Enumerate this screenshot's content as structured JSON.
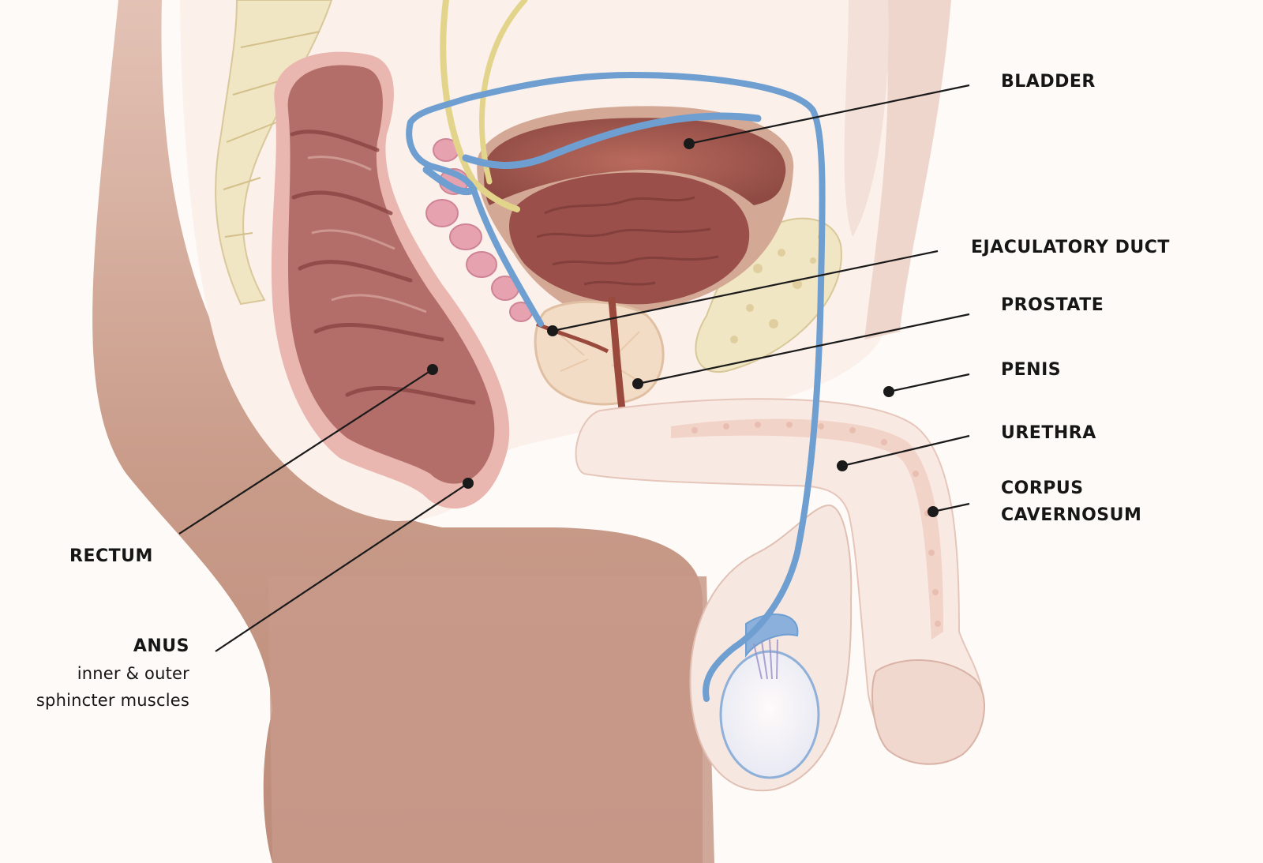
{
  "labels": {
    "bladder": "BLADDER",
    "ejaculatory_duct": "EJACULATORY DUCT",
    "prostate": "PROSTATE",
    "penis": "PENIS",
    "urethra": "URETHRA",
    "corpus_cavernosum_line1": "CORPUS",
    "corpus_cavernosum_line2": "CAVERNOSUM",
    "rectum": "RECTUM",
    "anus": "ANUS",
    "anus_sub1": "inner & outer",
    "anus_sub2": "sphincter muscles"
  },
  "colors": {
    "background": "#fdfaf7",
    "skin": "#c89a88",
    "skin_light": "#f6e6df",
    "tissue_pale": "#fbefe9",
    "rectum": "#b3706c",
    "rectum_dark": "#8f4a48",
    "bladder": "#a85c52",
    "bone": "#f1e6c4",
    "vas_deferens": "#6f9fd1",
    "ureter": "#e3d48b",
    "seminal_vesicle": "#e7a2b0",
    "urethra": "#9a4a3c",
    "leader_line": "#1a1a1a",
    "label_text": "#161616"
  }
}
